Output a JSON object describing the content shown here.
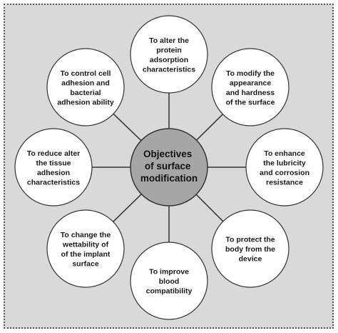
{
  "center": {
    "lines": [
      "Objectives",
      "of surface",
      "modification"
    ],
    "fill": "#a6a6a6"
  },
  "objectives": [
    {
      "id": "protein",
      "lines": [
        "To alter the",
        "protein",
        "adsorption",
        "characteristics"
      ]
    },
    {
      "id": "appearance",
      "lines": [
        "To modify the",
        "appearance",
        "and hardness",
        "of the surface"
      ]
    },
    {
      "id": "lubricity",
      "lines": [
        "To enhance",
        "the lubricity",
        "and corrosion",
        "resistance"
      ]
    },
    {
      "id": "protect",
      "lines": [
        "To protect the",
        "body from the",
        "device"
      ]
    },
    {
      "id": "blood",
      "lines": [
        "To improve",
        "blood",
        "compatibility"
      ]
    },
    {
      "id": "wettability",
      "lines": [
        "To change the",
        "wettability of",
        "of the implant",
        "surface"
      ]
    },
    {
      "id": "tissue",
      "lines": [
        "To reduce alter",
        "the tissue",
        "adhesion",
        "characteristics"
      ]
    },
    {
      "id": "adhesion",
      "lines": [
        "To control cell",
        "adhesion and",
        "bacterial",
        "adhesion ability"
      ]
    }
  ],
  "colors": {
    "background": "#d9d9d9",
    "node_fill": "#ffffff",
    "node_stroke": "#333333",
    "connector": "#333333"
  }
}
